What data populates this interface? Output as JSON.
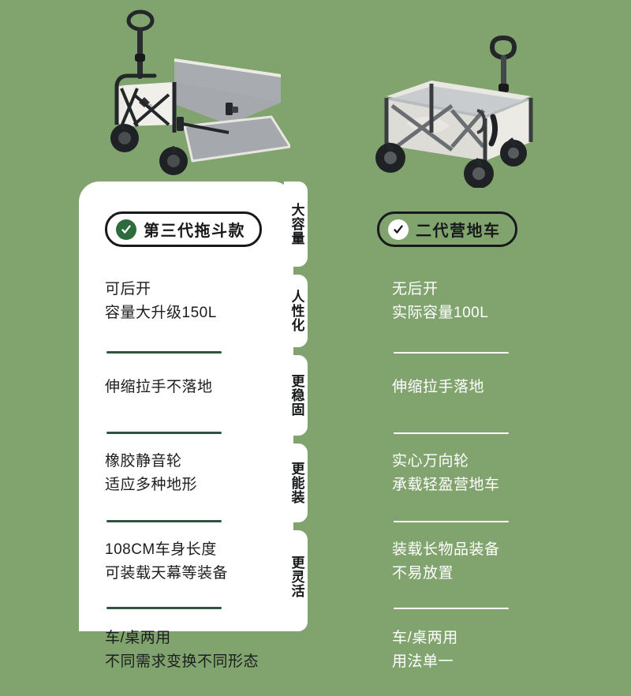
{
  "page": {
    "background_color": "#81a46f",
    "card_color": "#ffffff",
    "accent_green": "#2d6b3c",
    "divider_left_color": "#2f5540",
    "divider_right_color": "#ffffff"
  },
  "products": [
    {
      "side": "left",
      "image_alt": "折叠拖斗露营车 后挡板打开",
      "badge": {
        "check": "✓",
        "circle_fill": "#2d6b3c",
        "check_color": "#ffffff",
        "title": "第三代拖斗款"
      },
      "features": [
        {
          "lines": [
            "可后开",
            "容量大升级150L"
          ]
        },
        {
          "lines": [
            "伸缩拉手不落地"
          ]
        },
        {
          "lines": [
            "橡胶静音轮",
            "适应多种地形"
          ]
        },
        {
          "lines": [
            "108CM车身长度",
            "可装载天幕等装备"
          ]
        },
        {
          "lines": [
            "车/桌两用",
            "不同需求变换不同形态"
          ]
        }
      ]
    },
    {
      "side": "right",
      "image_alt": "二代折叠营地车",
      "badge": {
        "check": "✓",
        "circle_fill": "#ffffff",
        "check_color": "#17191b",
        "title": "二代营地车"
      },
      "features": [
        {
          "lines": [
            "无后开",
            "实际容量100L"
          ]
        },
        {
          "lines": [
            "伸缩拉手落地"
          ]
        },
        {
          "lines": [
            "实心万向轮",
            "承载轻盈营地车"
          ]
        },
        {
          "lines": [
            "装载长物品装备",
            "不易放置"
          ]
        },
        {
          "lines": [
            "车/桌两用",
            "用法单一"
          ]
        }
      ]
    }
  ],
  "category_labels": [
    {
      "text": "大容量"
    },
    {
      "text": "人性化"
    },
    {
      "text": "更稳固"
    },
    {
      "text": "更能装"
    },
    {
      "text": "更灵活"
    }
  ]
}
